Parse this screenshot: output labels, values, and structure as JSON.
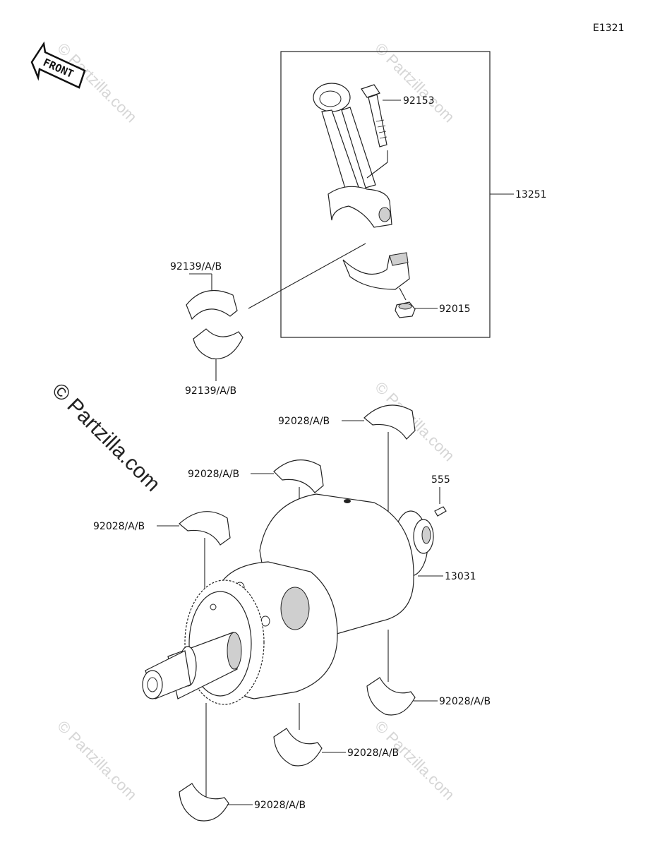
{
  "diagram_code": "E1321",
  "front_label": "FRONT",
  "watermark_main": "© Partzilla.com",
  "watermark_small": "© Partzilla.com",
  "parts": {
    "bolt": "92153",
    "rod_assembly": "13251",
    "rod_bearing_upper": "92139/A/B",
    "rod_bearing_lower": "92139/A/B",
    "nut": "92015",
    "main_bearing_1": "92028/A/B",
    "main_bearing_2": "92028/A/B",
    "main_bearing_3": "92028/A/B",
    "pin": "555",
    "crankshaft": "13031",
    "main_bearing_4": "92028/A/B",
    "main_bearing_5": "92028/A/B",
    "main_bearing_6": "92028/A/B"
  }
}
